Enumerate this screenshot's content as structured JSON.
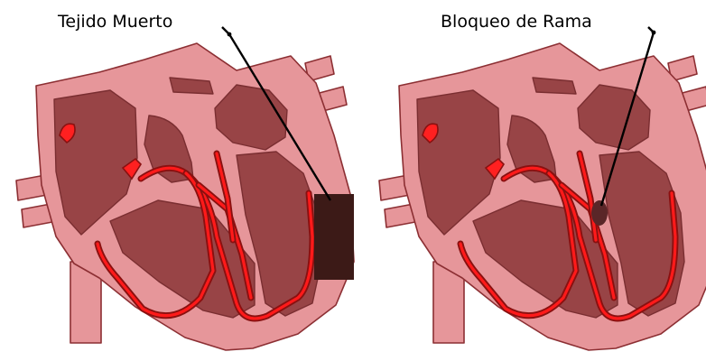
{
  "diagrams": [
    {
      "label": "Tejido Muerto",
      "lesion": "dead-tissue"
    },
    {
      "label": "Bloqueo de Rama",
      "lesion": "bundle-branch-block"
    }
  ],
  "colors": {
    "wall": "#e6969a",
    "chamber": "#984446",
    "conduction": "#ff1a1a",
    "conduction_outline": "#8a1010",
    "dead_tissue": "#3c1a17",
    "block": "#5a2628"
  }
}
